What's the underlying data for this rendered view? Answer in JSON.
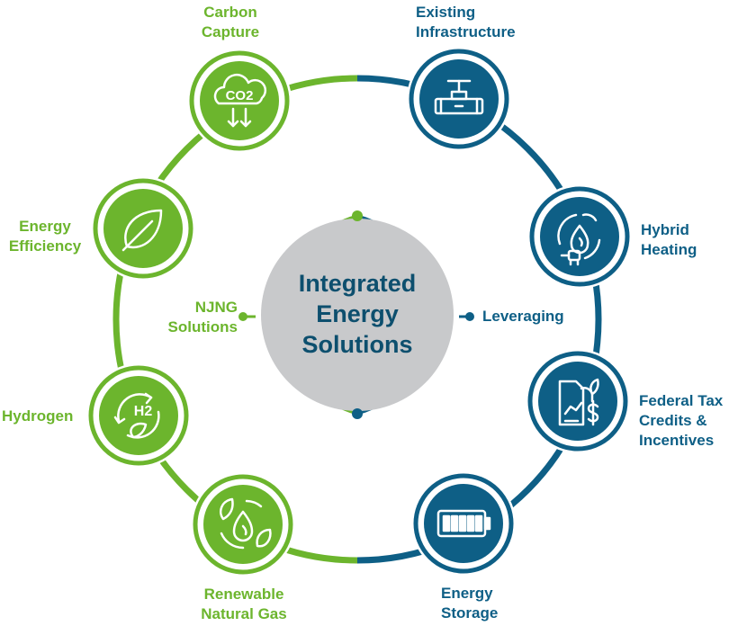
{
  "colors": {
    "green": "#6cb52d",
    "blue": "#0e5f86",
    "center_fill": "#c8c9cb",
    "center_text": "#0d4f6e"
  },
  "center": {
    "lines": [
      "Integrated",
      "Energy",
      "Solutions"
    ]
  },
  "connectors": {
    "left": [
      "NJNG",
      "Solutions"
    ],
    "right": "Leveraging"
  },
  "nodes": [
    {
      "id": "carbon-capture",
      "group": "green",
      "icon": "co2-cloud-icon",
      "icon_text": "CO2",
      "label": [
        "Carbon",
        "Capture"
      ]
    },
    {
      "id": "energy-efficiency",
      "group": "green",
      "icon": "leaf-icon",
      "label": [
        "Energy",
        "Efficiency"
      ]
    },
    {
      "id": "hydrogen",
      "group": "green",
      "icon": "hydrogen-cycle-icon",
      "icon_text": "H2",
      "label": [
        "Hydrogen"
      ]
    },
    {
      "id": "renewable-natural-gas",
      "group": "green",
      "icon": "renewable-flame-icon",
      "label": [
        "Renewable",
        "Natural Gas"
      ]
    },
    {
      "id": "existing-infrastructure",
      "group": "blue",
      "icon": "pipeline-valve-icon",
      "label": [
        "Existing",
        "Infrastructure"
      ]
    },
    {
      "id": "hybrid-heating",
      "group": "blue",
      "icon": "flame-plug-icon",
      "label": [
        "Hybrid",
        "Heating"
      ]
    },
    {
      "id": "federal-tax-credits",
      "group": "blue",
      "icon": "document-dollar-icon",
      "label": [
        "Federal Tax",
        "Credits &",
        "Incentives"
      ]
    },
    {
      "id": "energy-storage",
      "group": "blue",
      "icon": "battery-icon",
      "label": [
        "Energy",
        "Storage"
      ]
    }
  ]
}
